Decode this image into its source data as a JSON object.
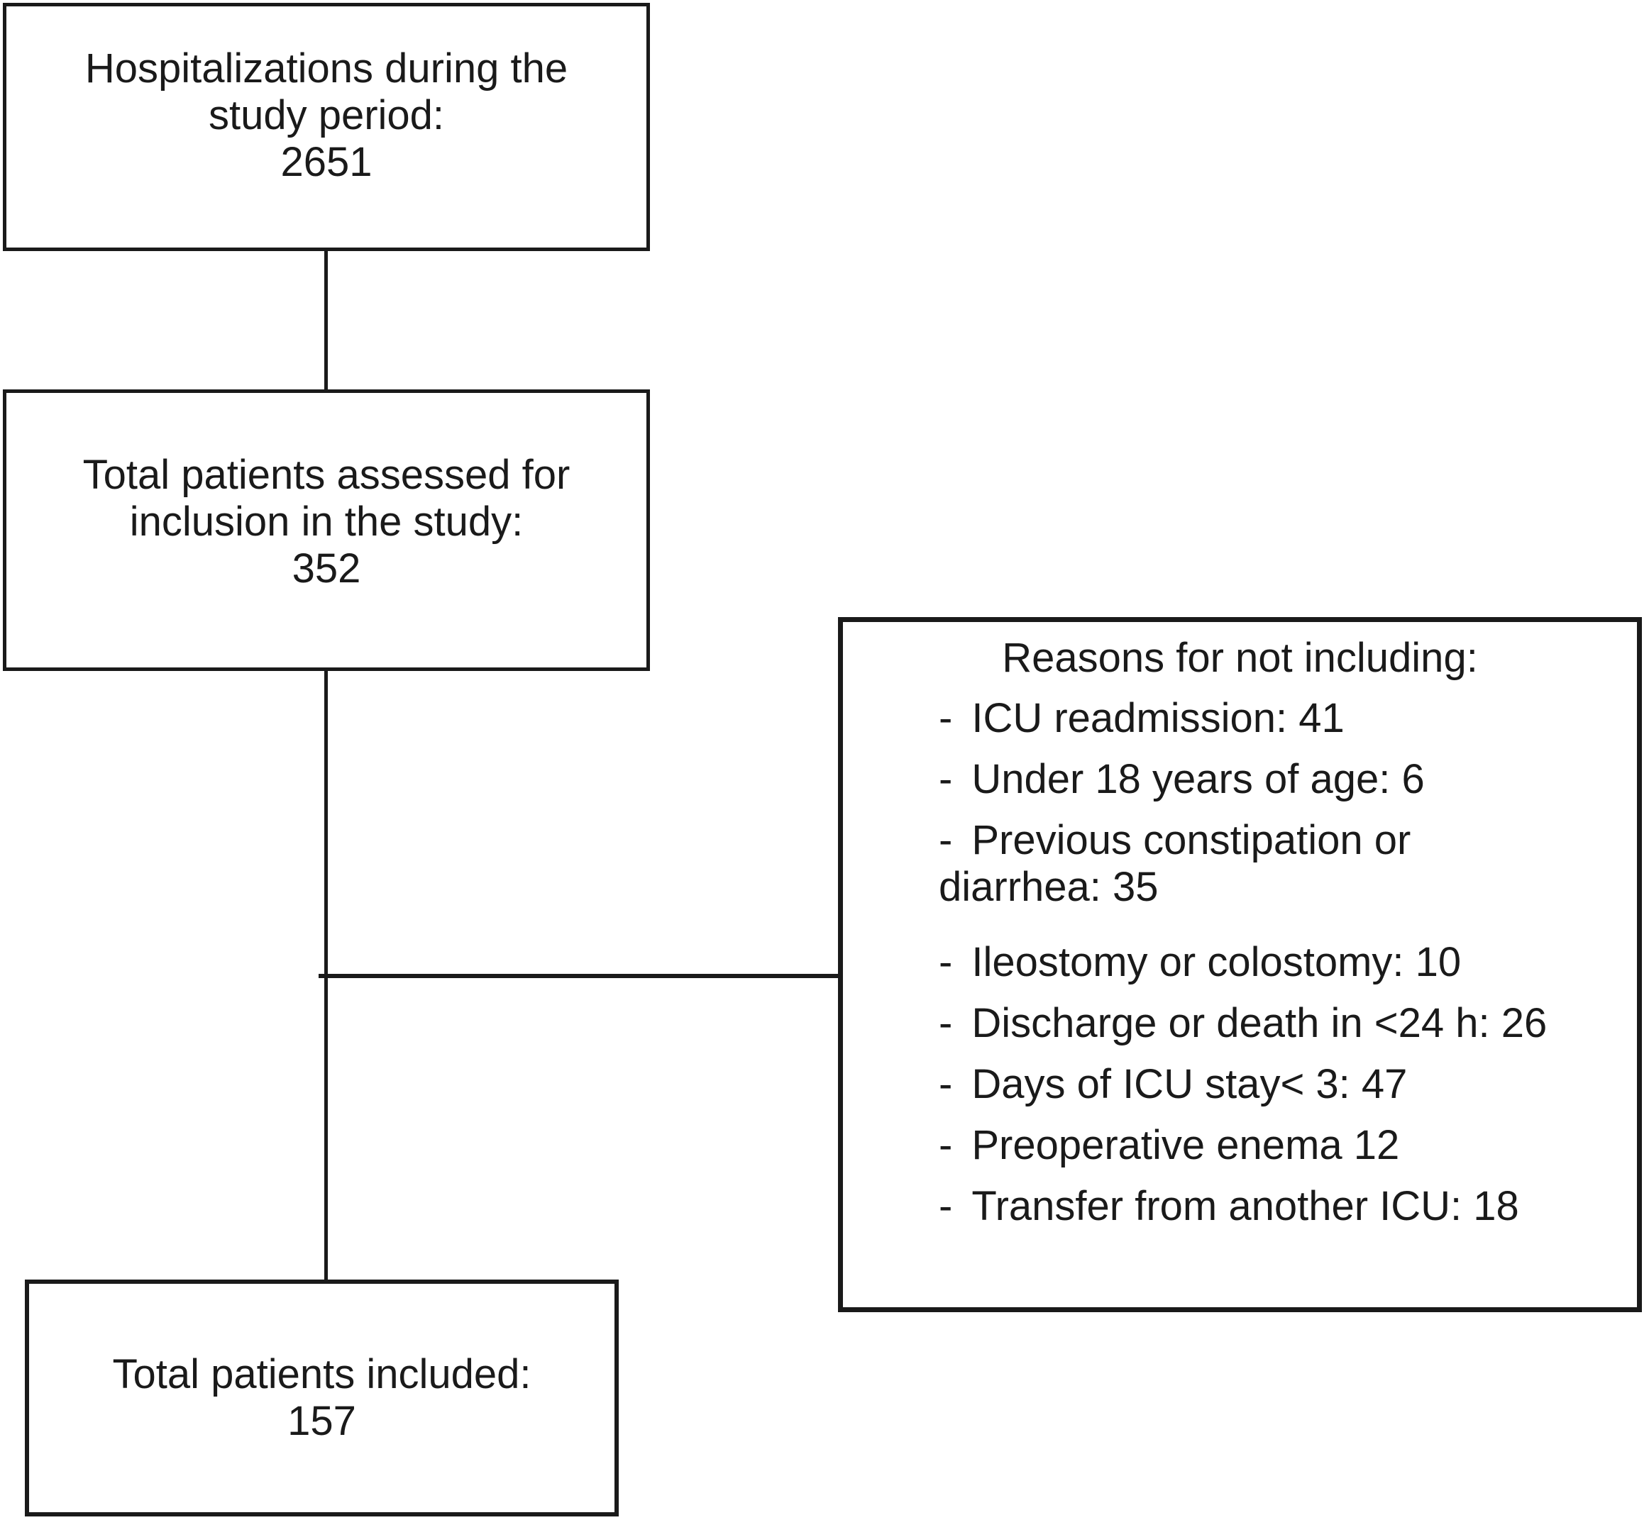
{
  "diagram": {
    "colors": {
      "ink": "#1a1a1a",
      "background": "#ffffff"
    },
    "boxes": {
      "hospitalizations": {
        "lines": [
          "Hospitalizations during the",
          "study period:",
          "2651"
        ]
      },
      "assessed": {
        "lines": [
          "Total patients assessed for",
          "inclusion in the study:",
          "352"
        ]
      },
      "included": {
        "lines": [
          "Total patients included:",
          "157"
        ]
      }
    },
    "reasons": {
      "title": "Reasons for not including:",
      "bullet": "-",
      "items": [
        "ICU readmission: 41",
        "Under 18 years of age: 6",
        "Previous constipation or diarrhea: 35",
        "Ileostomy or colostomy: 10",
        "Discharge or death in <24 h: 26",
        "Days of ICU stay< 3: 47",
        "Preoperative enema 12",
        "Transfer from another ICU: 18"
      ]
    }
  }
}
